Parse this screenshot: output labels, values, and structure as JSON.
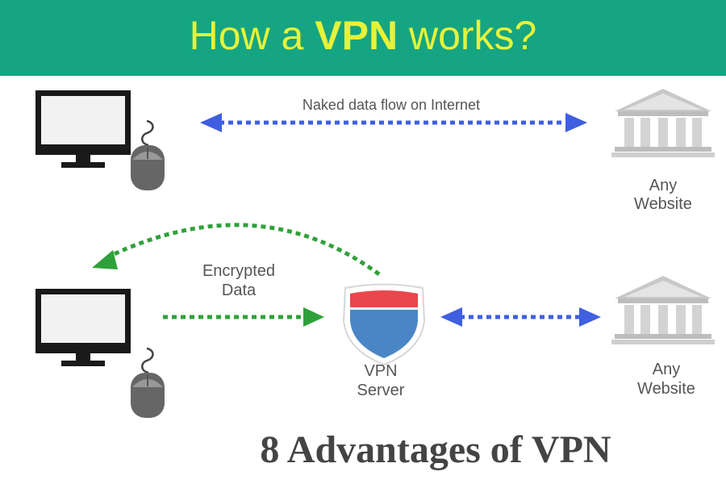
{
  "header": {
    "title_prefix": "How a ",
    "title_emphasis": "VPN",
    "title_suffix": " works?"
  },
  "top_flow": {
    "label": "Naked data flow on Internet",
    "website_label_line1": "Any",
    "website_label_line2": "Website"
  },
  "bottom_flow": {
    "encrypted_line1": "Encrypted",
    "encrypted_line2": "Data",
    "server_line1": "VPN",
    "server_line2": "Server",
    "website_label_line1": "Any",
    "website_label_line2": "Website"
  },
  "footer": {
    "title": "8 Advantages of VPN"
  },
  "colors": {
    "header_bg": "#15a582",
    "title": "#e6f23a",
    "naked_arrow": "#3f5fe0",
    "encrypted_arrow": "#2fa13a",
    "shield_top": "#e8474b",
    "shield_bottom": "#4a86c5",
    "footer_text": "#444444"
  },
  "icons": [
    "computer-monitor-icon",
    "mouse-icon",
    "bank-building-icon",
    "shield-icon"
  ]
}
